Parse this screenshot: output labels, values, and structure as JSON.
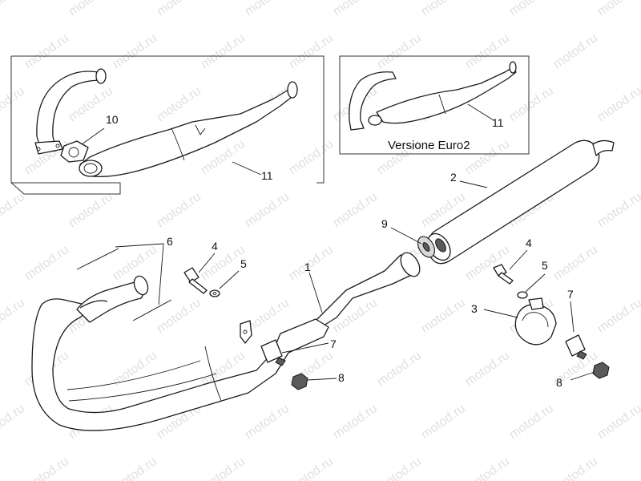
{
  "callouts": {
    "c1": "1",
    "c2": "2",
    "c3": "3",
    "c4a": "4",
    "c4b": "4",
    "c5a": "5",
    "c5b": "5",
    "c6": "6",
    "c7a": "7",
    "c7b": "7",
    "c8a": "8",
    "c8b": "8",
    "c9": "9",
    "c10": "10",
    "c11a": "11",
    "c11b": "11"
  },
  "inset_caption": "Versione Euro2",
  "watermark": "motod.ru"
}
